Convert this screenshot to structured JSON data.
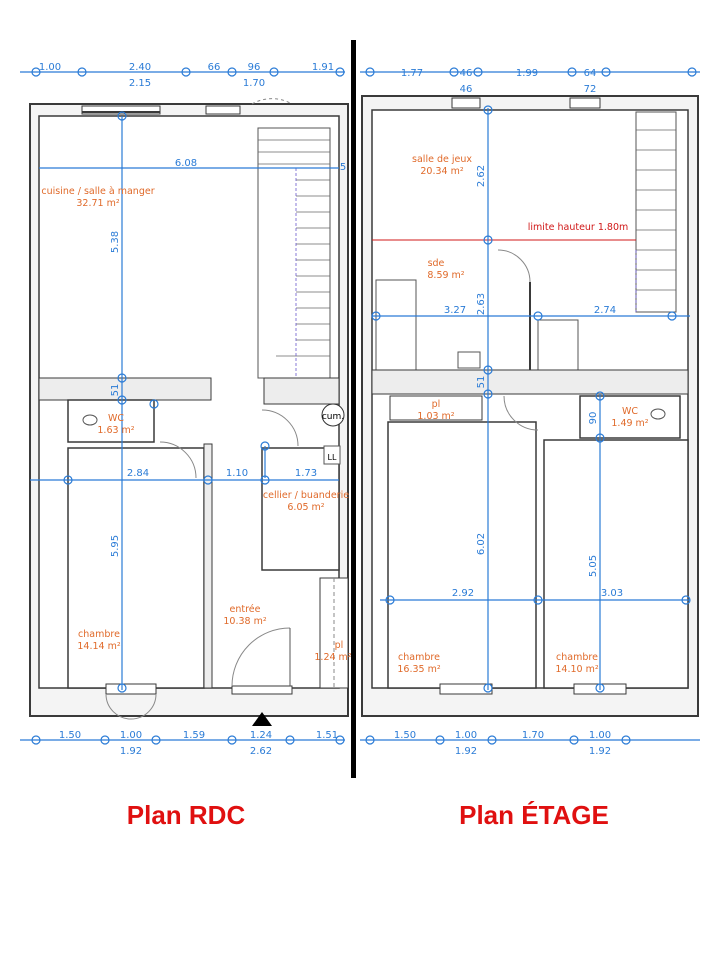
{
  "colors": {
    "wall": "#3a3a3a",
    "wall_fill": "#ededed",
    "dimension": "#2a7bd6",
    "room_label": "#e06a2a",
    "height_limit": "#d01818",
    "caption": "#e01010",
    "separator": "#000000"
  },
  "rdc": {
    "caption": "Plan RDC",
    "dims_top": [
      "1.00",
      "2.40",
      "66",
      "96",
      "1.91"
    ],
    "dims_top2": [
      "2.15",
      "1.70"
    ],
    "dims_bottom": [
      "1.50",
      "1.00",
      "1.59",
      "1.24",
      "1.51"
    ],
    "dims_bottom2": [
      "1.92",
      "2.62"
    ],
    "dims_inner": [
      "6.08",
      "5.38",
      "51",
      "2.84",
      "1.10",
      "1.73",
      "5.95",
      "5"
    ],
    "rooms": [
      {
        "name": "cuisine / salle à manger",
        "area": "32.71 m²"
      },
      {
        "name": "WC",
        "area": "1.63 m²"
      },
      {
        "name": "cellier / buanderie",
        "area": "6.05 m²"
      },
      {
        "name": "chambre",
        "area": "14.14 m²"
      },
      {
        "name": "entrée",
        "area": "10.38 m²"
      },
      {
        "name": "pl",
        "area": "1.24 m²"
      }
    ],
    "cum_label": "cum.",
    "ll_label": "LL"
  },
  "etage": {
    "caption": "Plan ÉTAGE",
    "dims_top": [
      "1.77",
      "46",
      "1.99",
      "64"
    ],
    "dims_top2": [
      "46",
      "72"
    ],
    "dims_bottom": [
      "1.50",
      "1.00",
      "1.70",
      "1.00"
    ],
    "dims_bottom2": [
      "1.92",
      "1.92"
    ],
    "dims_inner": [
      "2.62",
      "3.27",
      "2.63",
      "2.74",
      "51",
      "90",
      "6.02",
      "5.05",
      "2.92",
      "3.03"
    ],
    "rooms": [
      {
        "name": "salle de jeux",
        "area": "20.34 m²"
      },
      {
        "name": "sde",
        "area": "8.59 m²"
      },
      {
        "name": "pl",
        "area": "1.03 m²"
      },
      {
        "name": "WC",
        "area": "1.49 m²"
      },
      {
        "name": "chambre",
        "area": "16.35 m²"
      },
      {
        "name": "chambre",
        "area": "14.10 m²"
      }
    ],
    "height_limit": "limite hauteur 1.80m"
  }
}
